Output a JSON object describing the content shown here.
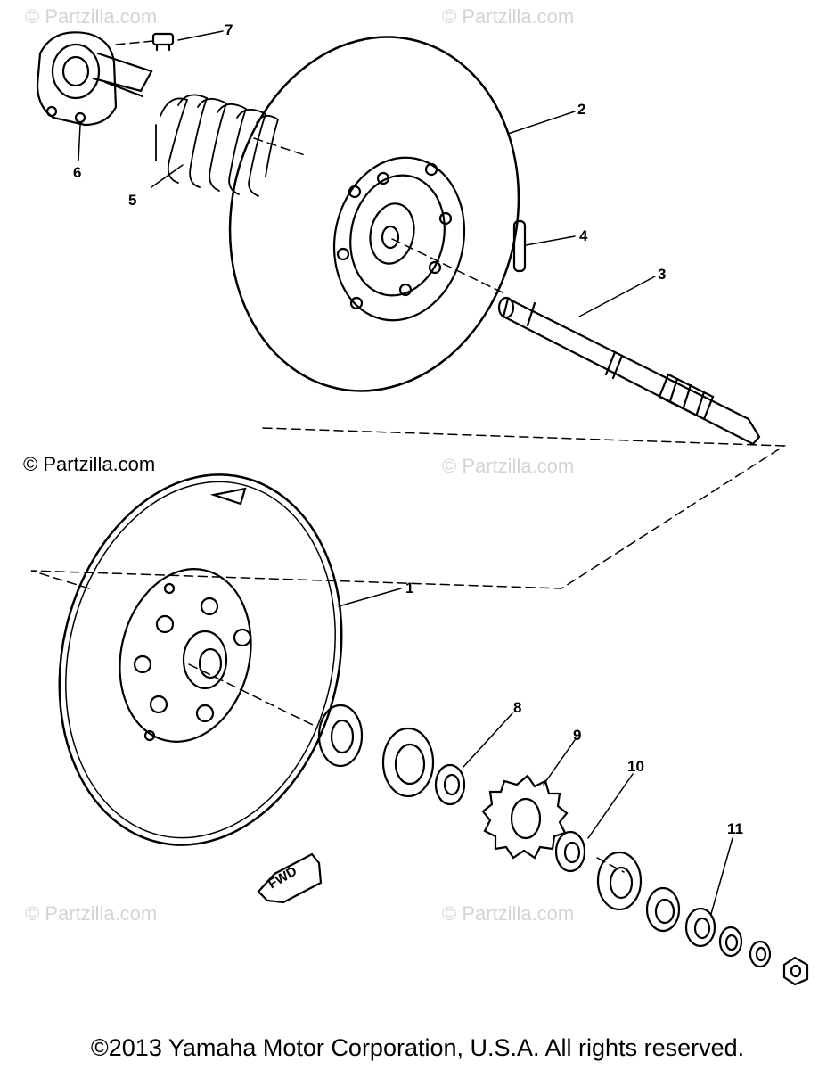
{
  "watermarks": {
    "w1": "© Partzilla.com",
    "w2": "© Partzilla.com",
    "w3": "© Partzilla.com",
    "w4": "© Partzilla.com",
    "w5": "© Partzilla.com",
    "main": "© Partzilla.com"
  },
  "callouts": {
    "n1": "1",
    "n2": "2",
    "n3": "3",
    "n4": "4",
    "n5": "5",
    "n6": "6",
    "n7": "7",
    "n8": "8",
    "n9": "9",
    "n10": "10",
    "n11": "11"
  },
  "fwd_label": "FWD",
  "footer": {
    "copyright": "©2013 Yamaha Motor Corporation, U.S.A. All rights reserved."
  }
}
